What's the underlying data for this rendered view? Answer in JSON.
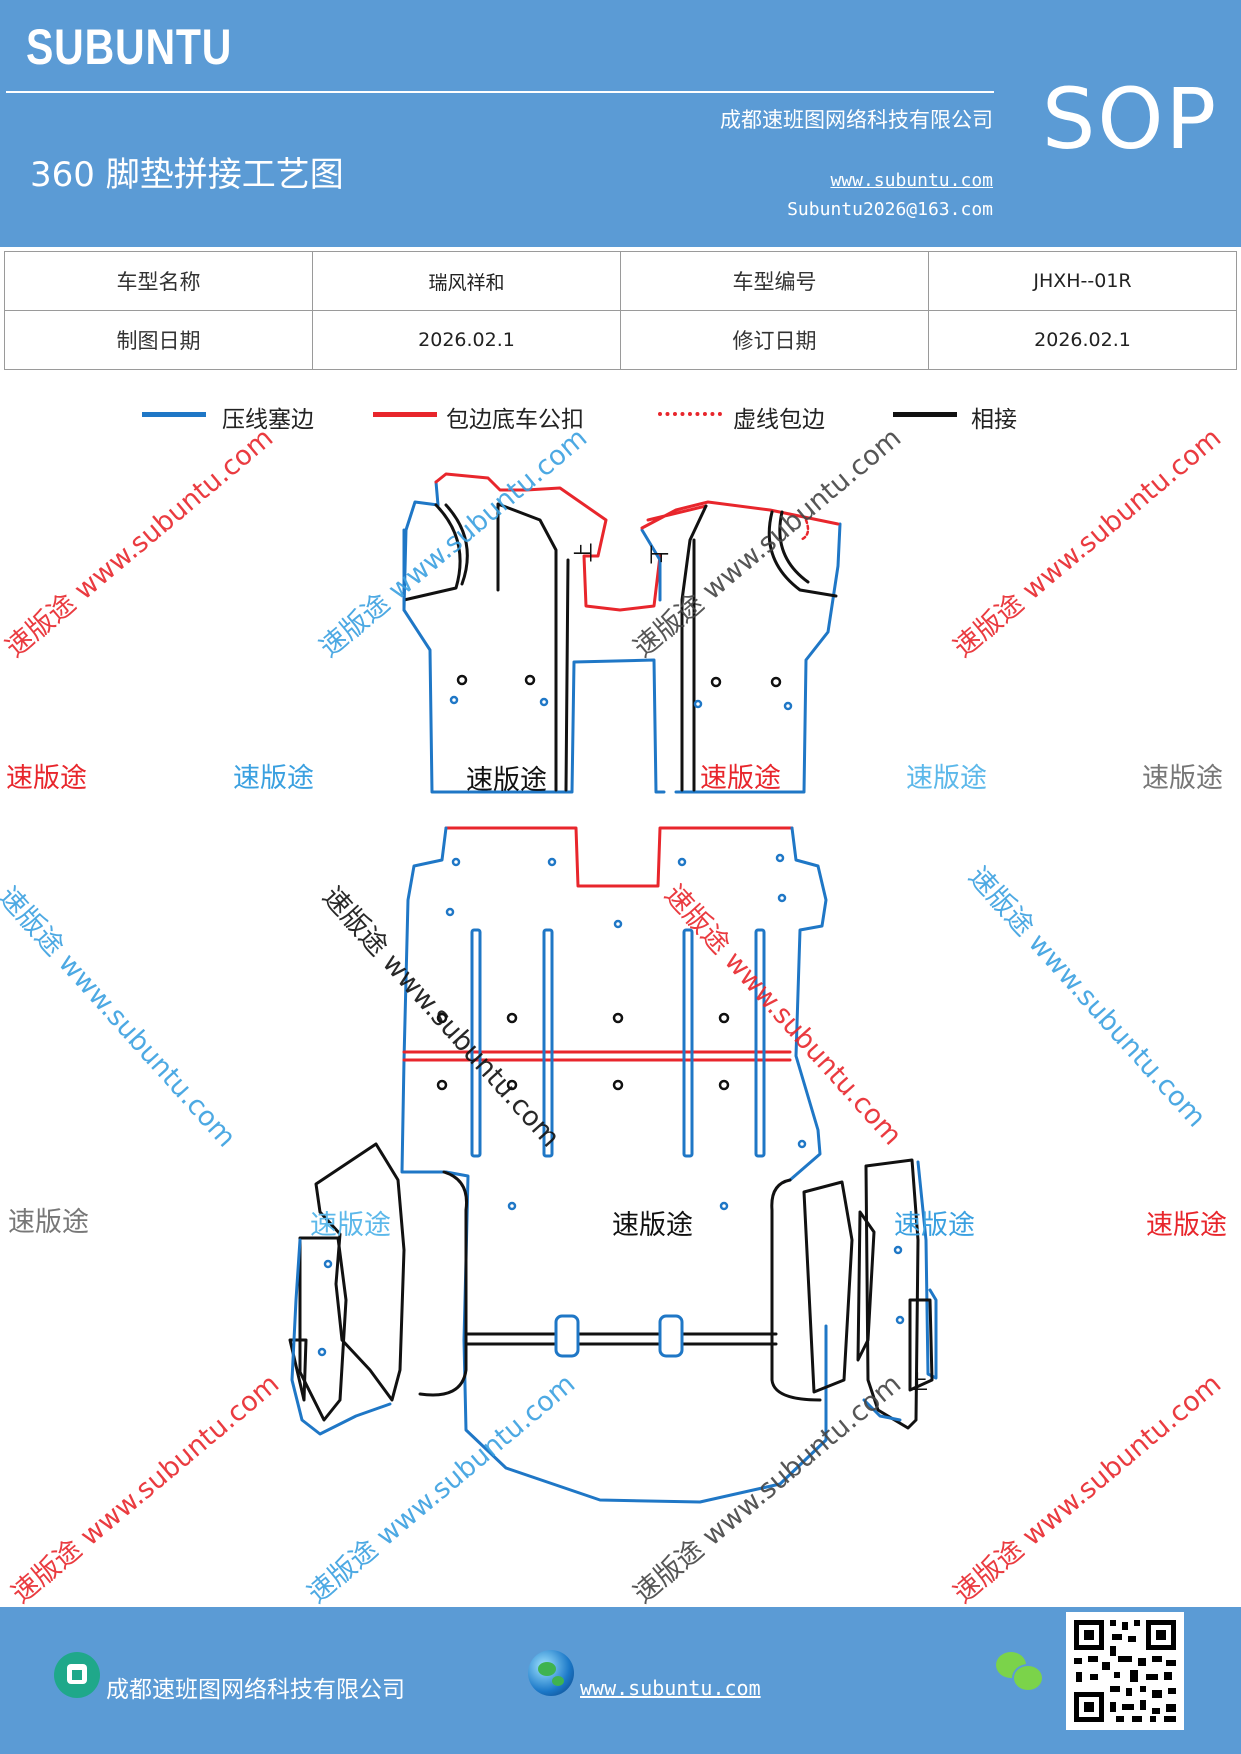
{
  "header": {
    "brand": "SUBUNTU",
    "company": "成都速班图网络科技有限公司",
    "title": "360 脚垫拼接工艺图",
    "website": "www.subuntu.com",
    "email": "Subuntu2026@163.com",
    "badge": "SOP",
    "bg_color": "#5b9bd5"
  },
  "info_table": {
    "rows": [
      [
        "车型名称",
        "瑞风祥和",
        "车型编号",
        "JHXH--01R"
      ],
      [
        "制图日期",
        "2026.02.1",
        "修订日期",
        "2026.02.1"
      ]
    ]
  },
  "legend": {
    "items": [
      {
        "label": "压线塞边",
        "color": "#1f77c6",
        "style": "solid"
      },
      {
        "label": "包边底车公扣",
        "color": "#e8262c",
        "style": "solid"
      },
      {
        "label": "虚线包边",
        "color": "#e8262c",
        "style": "dotted"
      },
      {
        "label": "相接",
        "color": "#111111",
        "style": "solid"
      }
    ]
  },
  "diagram": {
    "up_mark": "上"
  },
  "watermarks": {
    "word": "速版途",
    "diag": "速版途 www.subuntu.com"
  },
  "footer": {
    "company": "成都速班图网络科技有限公司",
    "website": "www.subuntu.com",
    "home_icon": "home-icon",
    "globe_icon": "globe-icon",
    "wechat_icon": "wechat-icon",
    "qr": "qr-code"
  }
}
